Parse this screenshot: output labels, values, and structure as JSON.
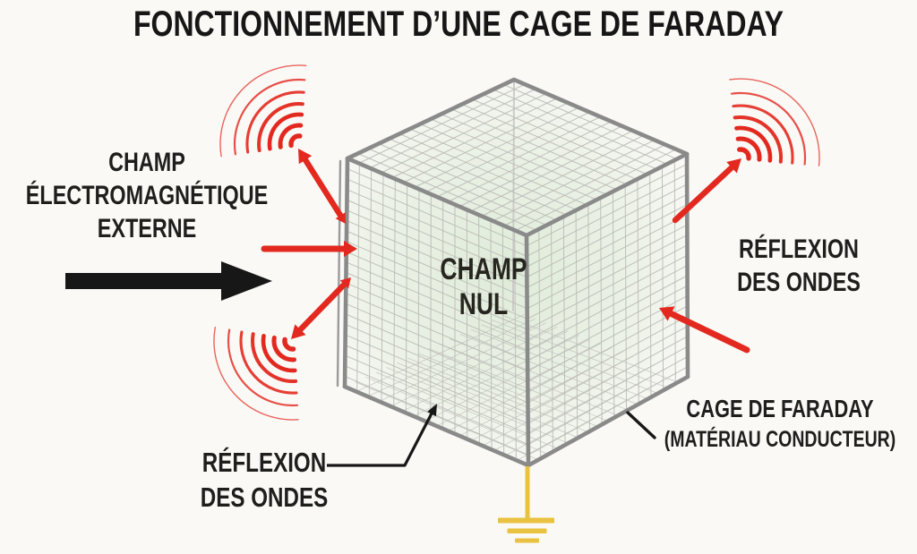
{
  "title": "FONCTIONNEMENT D’UNE CAGE DE FARADAY",
  "labels": {
    "external_field": {
      "lines": [
        "CHAMP",
        "ÉLECTROMAGNÉTIQUE",
        "EXTERNE"
      ]
    },
    "field_null": {
      "lines": [
        "CHAMP",
        "NUL"
      ]
    },
    "reflection_right": {
      "lines": [
        "RÉFLEXION",
        "DES ONDES"
      ]
    },
    "reflection_bottom": {
      "lines": [
        "RÉFLEXION",
        "DES ONDES"
      ]
    },
    "cage": {
      "name": "CAGE DE FARADAY",
      "material": "(MATÉRIAU CONDUCTEUR)"
    }
  },
  "icons": {
    "radiated_waves": "concentric-arc-wave-icon",
    "ground": "earth-ground-icon",
    "incident_field_arrow": "thick-right-arrow-icon"
  },
  "colors": {
    "background": "#FAF9F6",
    "text": "#1E1E1C",
    "arrow_red": "#E3291F",
    "arrow_black": "#171717",
    "cage_edge": "#8A8A8A",
    "cage_mesh": "#BDBDB8",
    "interior_green": "#DCEAD6",
    "ground_yellow": "#E9C23F"
  }
}
